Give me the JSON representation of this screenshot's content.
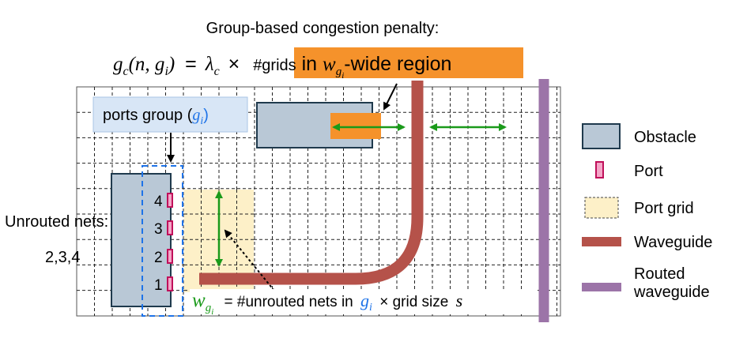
{
  "title": "Group-based congestion penalty:",
  "formula": {
    "lhs": "g",
    "lhs_sub": "c",
    "args": "(n, g",
    "args_sub": "i",
    "args_close": ")",
    "equals": "=",
    "lambda": "λ",
    "lambda_sub": "c",
    "times": "×",
    "highlight_prefix": "#grids",
    "highlight_in": " in ",
    "w": "w",
    "w_sub": "g",
    "w_subsub": "i",
    "highlight_suffix": "-wide region"
  },
  "ports_group": {
    "label": "ports group (",
    "var": "g",
    "var_sub": "i",
    "close": ")"
  },
  "port_numbers": [
    "4",
    "3",
    "2",
    "1"
  ],
  "unrouted": {
    "line1": "Unrouted nets:",
    "line2": "2,3,4"
  },
  "bottom_formula": {
    "w": "w",
    "w_sub": "g",
    "w_subsub": "i",
    "text1": "= #unrouted nets in",
    "g": "g",
    "g_sub": "i",
    "text2": "× grid size",
    "s": "s"
  },
  "legend": {
    "obstacle": "Obstacle",
    "port": "Port",
    "port_grid": "Port grid",
    "waveguide": "Waveguide",
    "routed_line1": "Routed",
    "routed_line2": "waveguide"
  },
  "colors": {
    "obstacle_fill": "#b9c8d6",
    "obstacle_stroke": "#1f3a4d",
    "port_fill": "#f4a6c8",
    "port_stroke": "#c0105a",
    "port_grid_fill": "#fdf0c8",
    "waveguide": "#b5524a",
    "routed_waveguide": "#9c74a8",
    "highlight": "#f5922b",
    "arrow_green": "#1a9a1a",
    "ports_group_box": "#d8e6f6",
    "dashed_blue": "#1e73e8"
  }
}
